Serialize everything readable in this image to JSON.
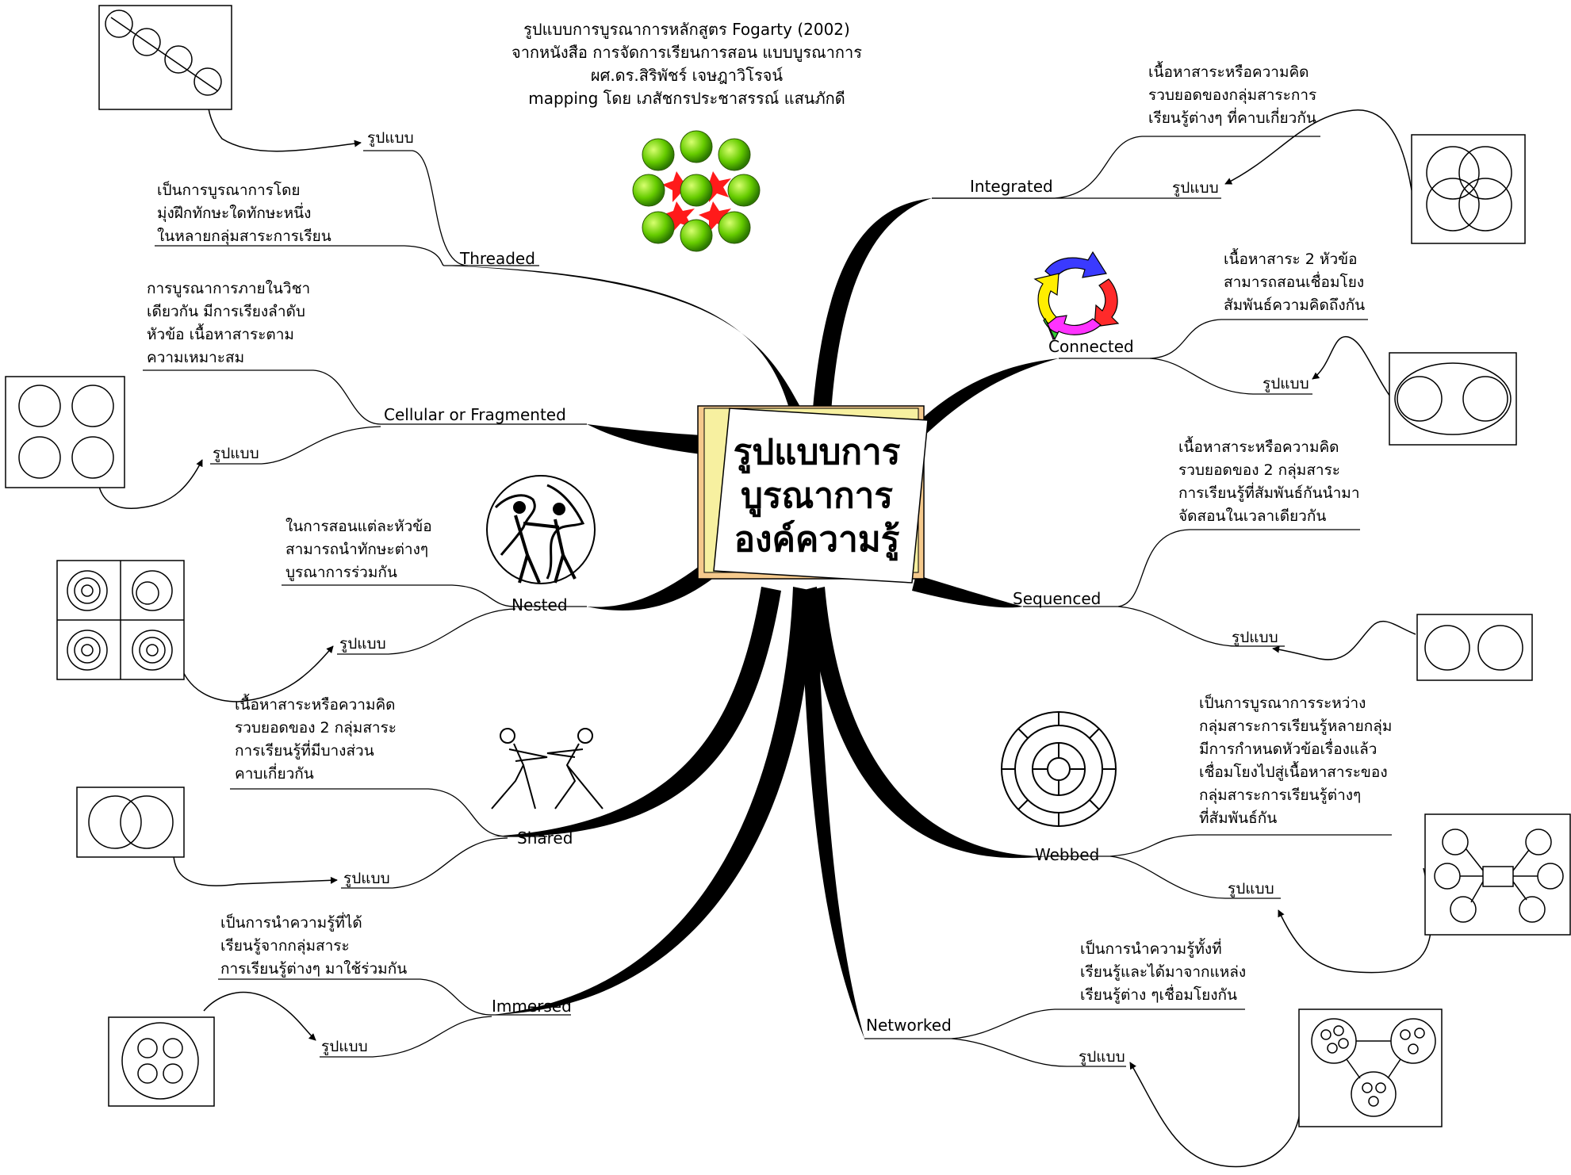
{
  "header": {
    "lines": [
      "รูปแบบการบูรณาการหลักสูตร Fogarty (2002)",
      "จากหนังสือ การจัดการเรียนการสอน แบบบูรณาการ",
      "ผศ.ดร.สิริพัชร์ เจษฎาวิโรจน์",
      "mapping โดย เภสัชกรประชาสรรณ์ แสนภักดี"
    ]
  },
  "center": {
    "lines": [
      "รูปแบบการ",
      "บูรณาการ",
      "องค์ความรู้"
    ]
  },
  "pattern_label": "รูปแบบ",
  "branches": {
    "threaded": {
      "name": "Threaded",
      "desc": [
        "เป็นการบูรณาการโดย",
        "มุ่งฝึกทักษะใดทักษะหนึ่ง",
        "ในหลายกลุ่มสาระการเรียน"
      ]
    },
    "cellular": {
      "name": "Cellular or Fragmented",
      "desc": [
        "การบูรณาการภายในวิชา",
        "เดียวกัน มีการเรียงลำดับ",
        "หัวข้อ เนื้อหาสาระตาม",
        "ความเหมาะสม"
      ]
    },
    "nested": {
      "name": "Nested",
      "desc": [
        "ในการสอนแต่ละหัวข้อ",
        "สามารถนำทักษะต่างๆ",
        "บูรณาการร่วมกัน"
      ]
    },
    "shared": {
      "name": "Shared",
      "desc": [
        "เนื้อหาสาระหรือความคิด",
        "รวบยอดของ 2 กลุ่มสาระ",
        "การเรียนรู้ที่มีบางส่วน",
        "คาบเกี่ยวกัน"
      ]
    },
    "immersed": {
      "name": "Immersed",
      "desc": [
        "เป็นการนำความรู้ที่ได้",
        "เรียนรู้จากกลุ่มสาระ",
        "การเรียนรู้ต่างๆ มาใช้ร่วมกัน"
      ]
    },
    "integrated": {
      "name": "Integrated",
      "desc": [
        "เนื้อหาสาระหรือความคิด",
        "รวบยอดของกลุ่มสาระการ",
        "เรียนรู้ต่างๆ ที่คาบเกี่ยวกัน"
      ]
    },
    "connected": {
      "name": "Connected",
      "desc": [
        "เนื้อหาสาระ 2 หัวข้อ",
        "สามารถสอนเชื่อมโยง",
        "สัมพันธ์ความคิดถึงกัน"
      ]
    },
    "sequenced": {
      "name": "Sequenced",
      "desc": [
        "เนื้อหาสาระหรือความคิด",
        "รวบยอดของ 2 กลุ่มสาระ",
        "การเรียนรู้ที่สัมพันธ์กันนำมา",
        "จัดสอนในเวลาเดียวกัน"
      ]
    },
    "webbed": {
      "name": "Webbed",
      "desc": [
        "เป็นการบูรณาการระหว่าง",
        "กลุ่มสาระการเรียนรู้หลายกลุ่ม",
        "มีการกำหนดหัวข้อเรื่องแล้ว",
        "เชื่อมโยงไปสู่เนื้อหาสาระของ",
        "กลุ่มสาระการเรียนรู้ต่างๆ",
        "ที่สัมพันธ์กัน"
      ]
    },
    "networked": {
      "name": "Networked",
      "desc": [
        "เป็นการนำความรู้ทั้งที่",
        "เรียนรู้และได้มาจากแหล่ง",
        "เรียนรู้ต่าง ๆเชื่อมโยงกัน"
      ]
    }
  },
  "colors": {
    "ball_green": "#66cc00",
    "star_red": "#ff1a1a",
    "note_yellow": "#f7f0a0",
    "note_orange": "#f5c98c"
  }
}
